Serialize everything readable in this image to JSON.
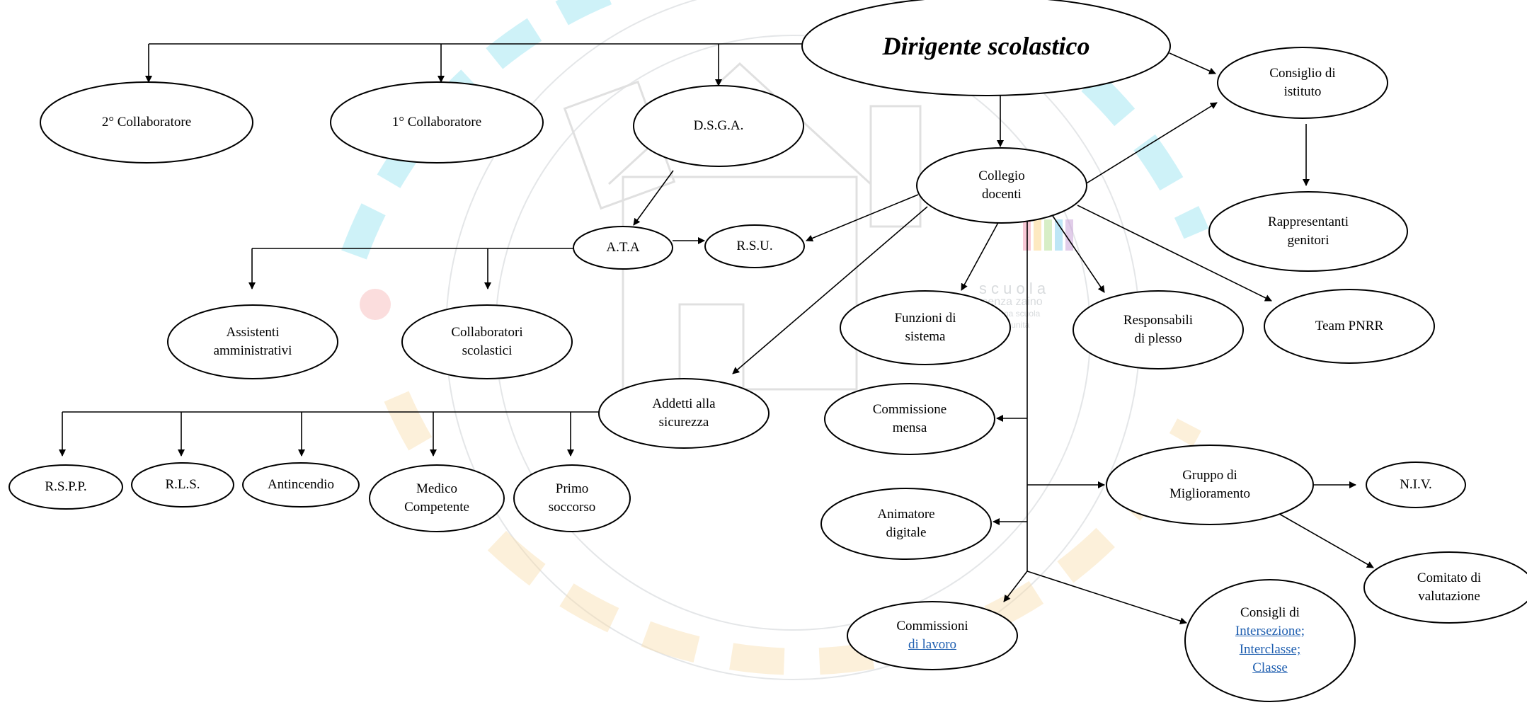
{
  "watermark": {
    "ring_color": "#cfd3d6",
    "arc_top_color": "#5fd3ea",
    "arc_bottom_color": "#f4c26b",
    "logo_text_lines": [
      "s c u o l a",
      "senza zaino",
      "per una scuola",
      "comunità"
    ],
    "logo_text_color": "#b9bec3",
    "bars_colors": [
      "#e94e77",
      "#f7b733",
      "#7ac943",
      "#29abe2",
      "#9b59b6"
    ]
  },
  "nodes": {
    "dirigente": {
      "lines": [
        "Dirigente scolastico"
      ]
    },
    "consiglio_istituto": {
      "lines": [
        "Consiglio di",
        "istituto"
      ]
    },
    "rappresentanti_genitori": {
      "lines": [
        "Rappresentanti",
        "genitori"
      ]
    },
    "collaboratore_2": {
      "lines": [
        "2° Collaboratore"
      ]
    },
    "collaboratore_1": {
      "lines": [
        "1° Collaboratore"
      ]
    },
    "dsga": {
      "lines": [
        "D.S.G.A."
      ]
    },
    "collegio_docenti": {
      "lines": [
        "Collegio",
        "docenti"
      ]
    },
    "ata": {
      "lines": [
        "A.T.A"
      ]
    },
    "rsu": {
      "lines": [
        "R.S.U."
      ]
    },
    "assistenti_amministrativi": {
      "lines": [
        "Assistenti",
        "amministrativi"
      ]
    },
    "collaboratori_scolastici": {
      "lines": [
        "Collaboratori",
        "scolastici"
      ]
    },
    "funzioni_sistema": {
      "lines": [
        "Funzioni di",
        "sistema"
      ]
    },
    "responsabili_plesso": {
      "lines": [
        "Responsabili",
        "di plesso"
      ]
    },
    "team_pnrr": {
      "lines": [
        "Team PNRR"
      ]
    },
    "addetti_sicurezza": {
      "lines": [
        "Addetti alla",
        "sicurezza"
      ]
    },
    "commissione_mensa": {
      "lines": [
        "Commissione",
        "mensa"
      ]
    },
    "gruppo_miglioramento": {
      "lines": [
        "Gruppo di",
        "Miglioramento"
      ]
    },
    "niv": {
      "lines": [
        "N.I.V."
      ]
    },
    "rspp": {
      "lines": [
        "R.S.P.P."
      ]
    },
    "rls": {
      "lines": [
        "R.L.S."
      ]
    },
    "antincendio": {
      "lines": [
        "Antincendio"
      ]
    },
    "medico_competente": {
      "lines": [
        "Medico",
        "Competente"
      ]
    },
    "primo_soccorso": {
      "lines": [
        "Primo",
        "soccorso"
      ]
    },
    "animatore_digitale": {
      "lines": [
        "Animatore",
        "digitale"
      ]
    },
    "comitato_valutazione": {
      "lines": [
        "Comitato di",
        "valutazione"
      ]
    },
    "commissioni_lavoro": {
      "lines": [
        "Commissioni",
        "di lavoro"
      ],
      "links": [
        1
      ]
    },
    "consigli": {
      "lines": [
        "Consigli di",
        "Intersezione;",
        "Interclasse;",
        "Classe"
      ],
      "links": [
        1,
        2,
        3
      ]
    }
  },
  "colors": {
    "line": "#000000",
    "node_fill": "#ffffff",
    "link": "#1f5fb0"
  }
}
